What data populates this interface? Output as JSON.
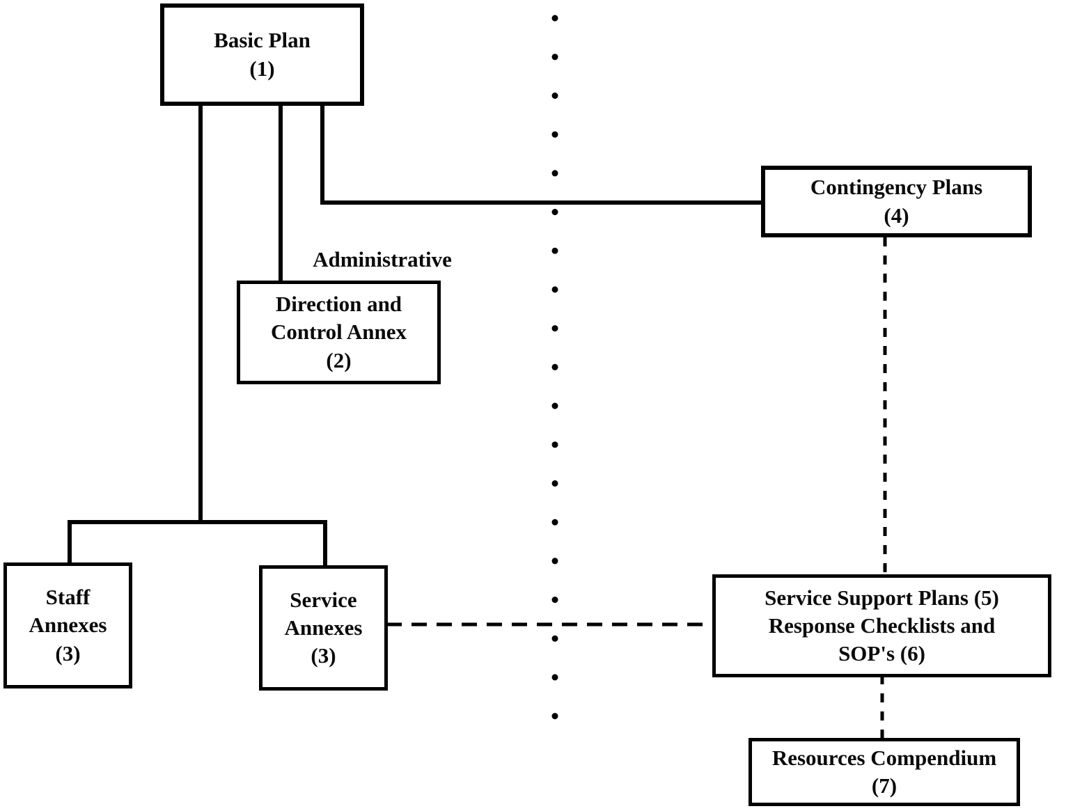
{
  "diagram": {
    "title_hint": "Emergency plan document structure diagram",
    "background_color": "#ffffff",
    "line_color": "#000000",
    "nodes": {
      "basic_plan": {
        "lines": [
          "Basic Plan",
          "(1)"
        ]
      },
      "direction_control": {
        "lines": [
          "Direction and",
          "Control Annex",
          "(2)"
        ]
      },
      "staff_annexes": {
        "lines": [
          "Staff",
          "Annexes",
          "(3)"
        ]
      },
      "service_annexes": {
        "lines": [
          "Service",
          "Annexes",
          "(3)"
        ]
      },
      "contingency_plans": {
        "lines": [
          "Contingency Plans",
          "(4)"
        ]
      },
      "service_support": {
        "lines": [
          "Service Support Plans (5)",
          "Response Checklists and",
          "SOP's (6)"
        ]
      },
      "resources_compendium": {
        "lines": [
          "Resources Compendium",
          "(7)"
        ]
      }
    },
    "labels": {
      "administrative": "Administrative"
    },
    "connectors": {
      "solid": [
        "basic_plan->annexes-group",
        "basic_plan->direction_control",
        "basic_plan->contingency_plans"
      ],
      "dashed": [
        "service_annexes->service_support",
        "contingency_plans->service_support",
        "service_support->resources_compendium"
      ],
      "dotted": [
        "vertical-divider"
      ]
    }
  }
}
